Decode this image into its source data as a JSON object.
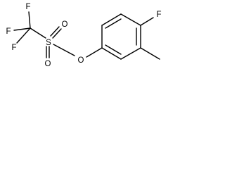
{
  "molecule": {
    "atoms": {
      "f_top": "F",
      "f_left": "F",
      "f_bottom": "F",
      "s": "S",
      "o_top": "O",
      "o_bottom": "O",
      "o_link": "O",
      "f_ring": "F"
    }
  }
}
